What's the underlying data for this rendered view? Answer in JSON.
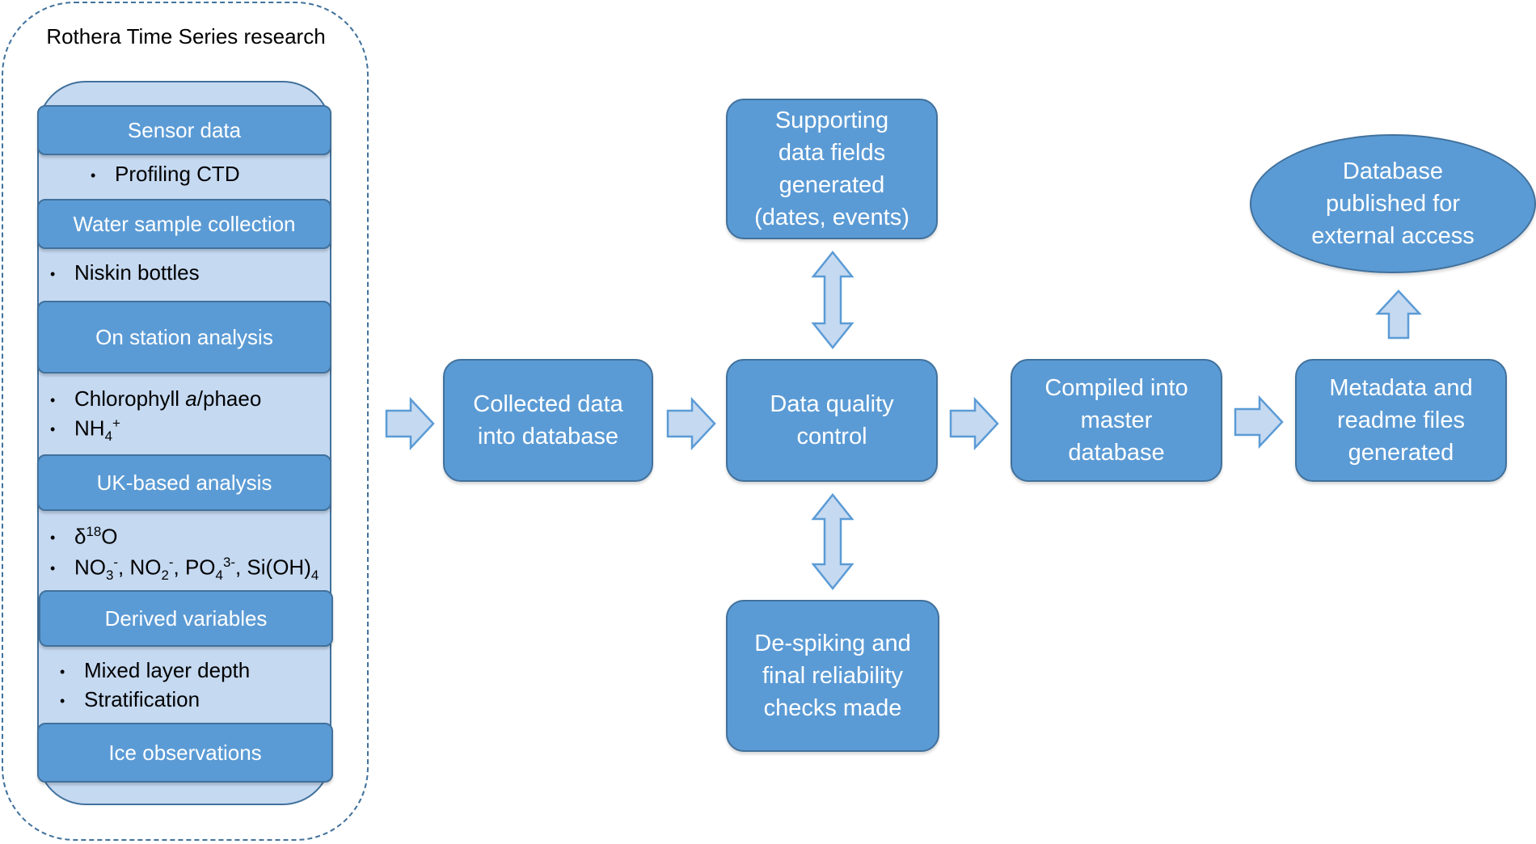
{
  "research_panel": {
    "title": "Rothera Time Series research",
    "sections": [
      {
        "header": "Sensor data",
        "bullets": [
          "Profiling CTD"
        ]
      },
      {
        "header": "Water sample collection",
        "bullets": [
          "Niskin bottles"
        ]
      },
      {
        "header": "On station analysis",
        "bullets": [
          "Chlorophyll a/phaeo",
          "NH4+"
        ]
      },
      {
        "header": "UK-based analysis",
        "bullets": [
          "δ18O",
          "NO3-, NO2-, PO43-, Si(OH)4"
        ]
      },
      {
        "header": "Derived variables",
        "bullets": [
          "Mixed layer depth",
          "Stratification"
        ]
      },
      {
        "header": "Ice observations",
        "bullets": []
      }
    ]
  },
  "flow": {
    "collected": "Collected data\ninto database",
    "quality_control": "Data quality\ncontrol",
    "supporting_fields": "Supporting\ndata fields\ngenerated\n(dates, events)",
    "despiking": "De-spiking and\nfinal reliability\nchecks made",
    "compiled": "Compiled into\nmaster\ndatabase",
    "metadata": "Metadata and\nreadme files\ngenerated",
    "published": "Database\npublished for\nexternal access"
  },
  "colors": {
    "box_fill": "#5b9bd5",
    "box_border": "#41719c",
    "panel_fill": "#c5d9f1",
    "arrow_fill": "#c5d9f1"
  }
}
